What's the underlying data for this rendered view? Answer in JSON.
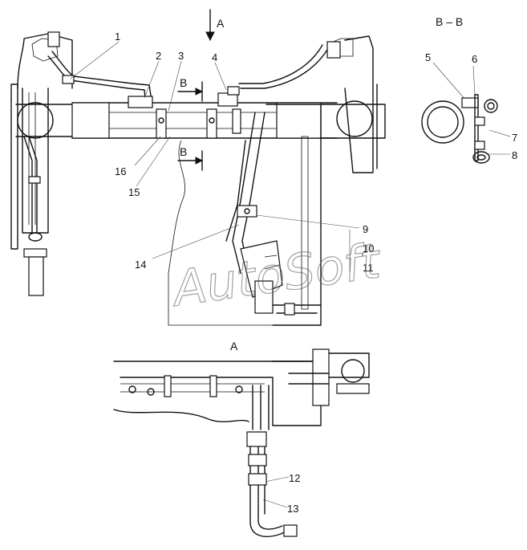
{
  "view_labels": {
    "main_arrow": "A",
    "section_top": "B",
    "section_bottom": "B",
    "section_view_title": "B – B",
    "detail_view_title": "A"
  },
  "watermark": "AutoSoft",
  "callouts": [
    {
      "id": "1",
      "text": "1"
    },
    {
      "id": "2",
      "text": "2"
    },
    {
      "id": "3",
      "text": "3"
    },
    {
      "id": "4",
      "text": "4"
    },
    {
      "id": "5",
      "text": "5"
    },
    {
      "id": "6",
      "text": "6"
    },
    {
      "id": "7",
      "text": "7"
    },
    {
      "id": "8",
      "text": "8"
    },
    {
      "id": "9",
      "text": "9"
    },
    {
      "id": "10",
      "text": "10"
    },
    {
      "id": "11",
      "text": "11"
    },
    {
      "id": "12",
      "text": "12"
    },
    {
      "id": "13",
      "text": "13"
    },
    {
      "id": "14",
      "text": "14"
    },
    {
      "id": "15",
      "text": "15"
    },
    {
      "id": "16",
      "text": "16"
    }
  ],
  "colors": {
    "line": "#111111",
    "background": "#ffffff",
    "watermark": "#555555"
  }
}
